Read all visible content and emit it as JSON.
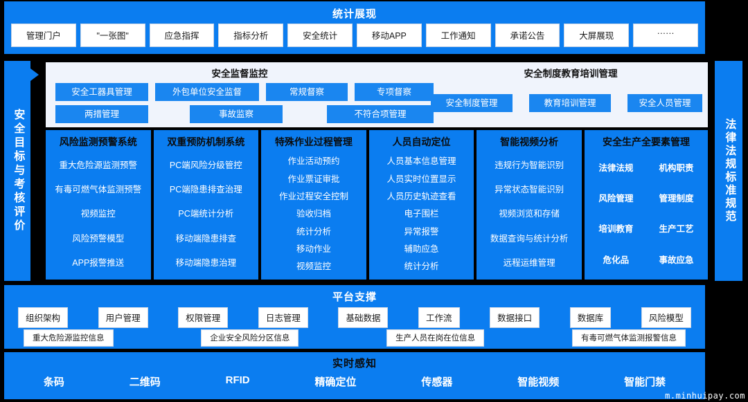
{
  "colors": {
    "primary_blue": "#0B7DF0",
    "block_blue": "#1A86F0",
    "panel_bg": "#F0F4FC",
    "page_bg": "#000000",
    "pill_bg": "#FFFFFF"
  },
  "statistics_section": {
    "title": "统计展现",
    "items": [
      "管理门户",
      "\"一张图\"",
      "应急指挥",
      "指标分析",
      "安全统计",
      "移动APP",
      "工作通知",
      "承诺公告",
      "大屏展现",
      "······"
    ]
  },
  "left_sidebar": {
    "label": "安全目标与考核评价"
  },
  "right_sidebar": {
    "label": "法律法规标准规范"
  },
  "supervision_panel": {
    "group_a_title": "安全监督监控",
    "group_b_title": "安全制度教育培训管理",
    "group_a_row1": [
      "安全工器具管理",
      "外包单位安全监督",
      "常规督察",
      "专项督察"
    ],
    "group_a_row2": [
      "两措管理",
      "事故监察",
      "不符合项管理"
    ],
    "group_b_items": [
      "安全制度管理",
      "教育培训管理",
      "安全人员管理"
    ]
  },
  "columns": [
    {
      "title": "风险监测预警系统",
      "layout": "list",
      "items": [
        "重大危险源监测预警",
        "有毒可燃气体监测预警",
        "视频监控",
        "风险预警模型",
        "APP报警推送"
      ]
    },
    {
      "title": "双重预防机制系统",
      "layout": "list",
      "items": [
        "PC端风险分级管控",
        "PC端隐患排查治理",
        "PC端统计分析",
        "移动端隐患排查",
        "移动端隐患治理"
      ]
    },
    {
      "title": "特殊作业过程管理",
      "layout": "list",
      "items": [
        "作业活动预约",
        "作业票证审批",
        "作业过程安全控制",
        "验收归档",
        "统计分析",
        "移动作业",
        "视频监控"
      ]
    },
    {
      "title": "人员自动定位",
      "layout": "list",
      "items": [
        "人员基本信息管理",
        "人员实时位置显示",
        "人员历史轨迹查看",
        "电子围栏",
        "异常报警",
        "辅助应急",
        "统计分析"
      ]
    },
    {
      "title": "智能视频分析",
      "layout": "list",
      "items": [
        "违规行为智能识别",
        "异常状态智能识别",
        "视频浏览和存储",
        "数据查询与统计分析",
        "远程运维管理"
      ]
    },
    {
      "title": "安全生产全要素管理",
      "layout": "grid",
      "items": [
        "法律法规",
        "机构职责",
        "风险管理",
        "管理制度",
        "培训教育",
        "生产工艺",
        "危化品",
        "事故应急"
      ]
    }
  ],
  "platform_section": {
    "title": "平台支撑",
    "row1": [
      "组织架构",
      "用户管理",
      "权限管理",
      "日志管理",
      "基础数据",
      "工作流",
      "数据接口",
      "数据库",
      "风险模型"
    ],
    "row2": [
      "重大危险源监控信息",
      "企业安全风险分区信息",
      "生产人员在岗在位信息",
      "有毒可燃气体监测报警信息"
    ]
  },
  "sensing_section": {
    "title": "实时感知",
    "items": [
      "条码",
      "二维码",
      "RFID",
      "精确定位",
      "传感器",
      "智能视频",
      "智能门禁"
    ]
  },
  "watermark": {
    "text": "m.minhuipay.com"
  }
}
